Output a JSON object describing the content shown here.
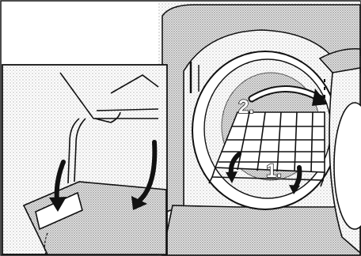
{
  "figure": {
    "type": "installation-instructions",
    "step_labels": [
      "1.",
      "2."
    ],
    "colors": {
      "ink": "#111111",
      "paper": "#ffffff",
      "shade": "#d7d7d7"
    },
    "icons": [
      "rack-icon",
      "drum-icon",
      "door-icon",
      "curved-arrow-icon"
    ]
  }
}
